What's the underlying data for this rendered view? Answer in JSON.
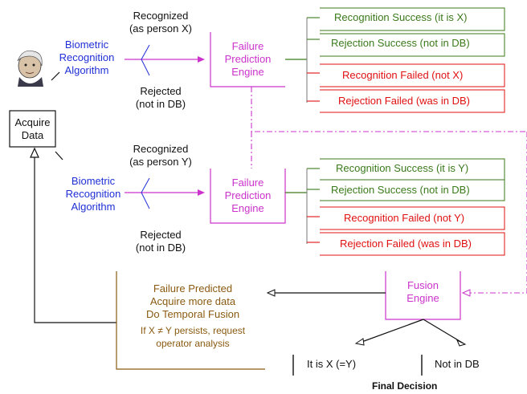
{
  "acquire": {
    "label": "Acquire\nData"
  },
  "biometric_top": "Biometric\nRecognition\nAlgorithm",
  "biometric_bottom": "Biometric\nRecognition\nAlgorithm",
  "recognized_top": [
    "Recognized",
    "(as person X)"
  ],
  "rejected_top": [
    "Rejected",
    "(not in DB)"
  ],
  "recognized_bottom": [
    "Recognized",
    "(as person Y)"
  ],
  "rejected_bottom": [
    "Rejected",
    "(not in DB)"
  ],
  "fpe_top": "Failure\nPrediction\nEngine",
  "fpe_bottom": "Failure\nPrediction\nEngine",
  "outcomes_top": [
    "Recognition Success (it is X)",
    "Rejection Success (not in DB)",
    "Recognition Failed (not X)",
    "Rejection Failed (was in DB)"
  ],
  "outcomes_bottom": [
    "Recognition Success (it is Y)",
    "Rejection Success (not in DB)",
    "Recognition Failed (not Y)",
    "Rejection Failed (was in DB)"
  ],
  "fusion": "Fusion\nEngine",
  "failure_box": {
    "line1": "Failure Predicted",
    "line2": "Acquire more data",
    "line3": "Do Temporal Fusion",
    "line4": "If X ≠ Y persists, request",
    "line5": "operator analysis"
  },
  "decision_it_is": "It is X (=Y)",
  "decision_not_in_db": "Not in DB",
  "final_decision": "Final Decision",
  "colors": {
    "blue": "#1f2fd6",
    "magenta": "#cc33cc",
    "green": "#3a7a1a",
    "red": "#e01010",
    "brown": "#8a5a10"
  }
}
